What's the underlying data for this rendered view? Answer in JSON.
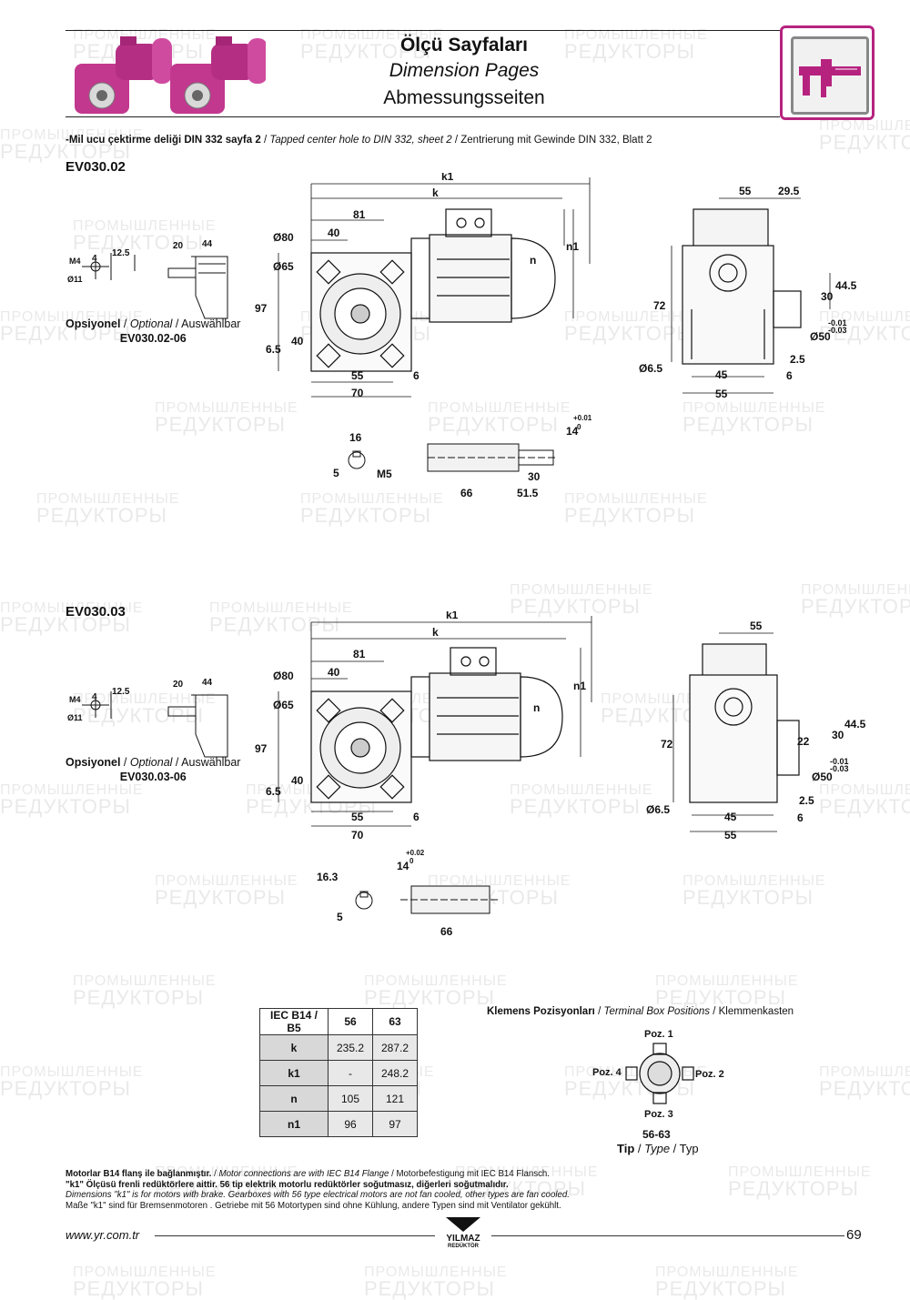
{
  "header": {
    "title_tr": "Ölçü Sayfaları",
    "title_en": "Dimension Pages",
    "title_de": "Abmessungsseiten"
  },
  "top_note": {
    "tr": "-Mil ucu çektirme deliği DIN 332 sayfa 2",
    "en": "Tapped center hole to DIN 332, sheet 2",
    "de": "Zentrierung mit Gewinde DIN 332, Blatt 2",
    "sep": " / "
  },
  "watermark": {
    "line1": "ПРОМЫШЛЕННЫЕ",
    "line2": "РЕДУКТОРЫ"
  },
  "sections": [
    {
      "id": "EV030.02",
      "optional_tr": "Opsiyonel",
      "optional_en": "Optional",
      "optional_de": "Auswählbar",
      "optional_code": "EV030.02-06",
      "dims": {
        "k1": "k1",
        "k": "k",
        "d81": "81",
        "d40": "40",
        "o80": "Ø80",
        "o65": "Ø65",
        "d97": "97",
        "d40b": "40",
        "d65": "6.5",
        "d55": "55",
        "d6": "6",
        "d70": "70",
        "n": "n",
        "n1": "n1",
        "m4": "M4",
        "four": "4",
        "d125": "12.5",
        "o11": "Ø11",
        "d20": "20",
        "d44": "44",
        "side55": "55",
        "side295": "29.5",
        "side72": "72",
        "side445": "44.5",
        "side30": "30",
        "tol_up": "-0.01",
        "tol_dn": "-0.03",
        "o50": "Ø50",
        "o65s": "Ø6.5",
        "side25": "2.5",
        "side45": "45",
        "side6": "6",
        "side55b": "55",
        "k16": "16",
        "k5": "5",
        "m5": "M5",
        "s14": "14",
        "tolp": "+0.01",
        "tol0": "0",
        "s30": "30",
        "s66": "66",
        "s515": "51.5"
      }
    },
    {
      "id": "EV030.03",
      "optional_tr": "Opsiyonel",
      "optional_en": "Optional",
      "optional_de": "Auswählbar",
      "optional_code": "EV030.03-06",
      "dims": {
        "k1": "k1",
        "k": "k",
        "d81": "81",
        "d40": "40",
        "o80": "Ø80",
        "o65": "Ø65",
        "d97": "97",
        "d40b": "40",
        "d65": "6.5",
        "d55": "55",
        "d6": "6",
        "d70": "70",
        "n": "n",
        "n1": "n1",
        "m4": "M4",
        "four": "4",
        "d125": "12.5",
        "o11": "Ø11",
        "d20": "20",
        "d44": "44",
        "side55": "55",
        "side72": "72",
        "side445": "44.5",
        "side30": "30",
        "side22": "22",
        "tol_up": "-0.01",
        "tol_dn": "-0.03",
        "o50": "Ø50",
        "o65s": "Ø6.5",
        "side25": "2.5",
        "side45": "45",
        "side6": "6",
        "side55b": "55",
        "k163": "16.3",
        "k5": "5",
        "s14": "14",
        "tolp": "+0.02",
        "tol0": "0",
        "s66": "66"
      }
    }
  ],
  "table": {
    "header": [
      "IEC B14 / B5",
      "56",
      "63"
    ],
    "rows": [
      {
        "label": "k",
        "c56": "235.2",
        "c63": "287.2"
      },
      {
        "label": "k1",
        "c56": "-",
        "c63": "248.2"
      },
      {
        "label": "n",
        "c56": "105",
        "c63": "121"
      },
      {
        "label": "n1",
        "c56": "96",
        "c63": "97"
      }
    ]
  },
  "terminal": {
    "title_tr": "Klemens Pozisyonları",
    "title_en": "Terminal Box Positions",
    "title_de": "Klemmenkasten",
    "poz1": "Poz. 1",
    "poz2": "Poz. 2",
    "poz3": "Poz. 3",
    "poz4": "Poz. 4",
    "size": "56-63",
    "tip_tr": "Tip",
    "tip_en": "Type",
    "tip_de": "Typ"
  },
  "footer_notes": {
    "line1_tr": "Motorlar B14 flanş ile bağlanmıştır.",
    "line1_en": "Motor connections are with IEC B14 Flange",
    "line1_de": "Motorbefestigung mit IEC B14 Flansch.",
    "line2": "\"k1\" Ölçüsü frenli redüktörlere aittir. 56 tip elektrik motorlu redüktörler soğutmasız, diğerleri soğutmalıdır.",
    "line3": "Dimensions \"k1\" is for motors with brake. Gearboxes with 56 type electrical motors are not fan cooled, other types are fan cooled.",
    "line4": "Maße \"k1\" sind für Bremsenmotoren . Getriebe mit 56 Motortypen sind ohne Kühlung, andere Typen sind mit Ventilator gekühlt."
  },
  "footer": {
    "url": "www.yr.com.tr",
    "page": "69",
    "brand": "YILMAZ",
    "brand_sub": "REDÜKTÖR"
  },
  "colors": {
    "accent": "#b6237f",
    "product": "#c2388f"
  }
}
